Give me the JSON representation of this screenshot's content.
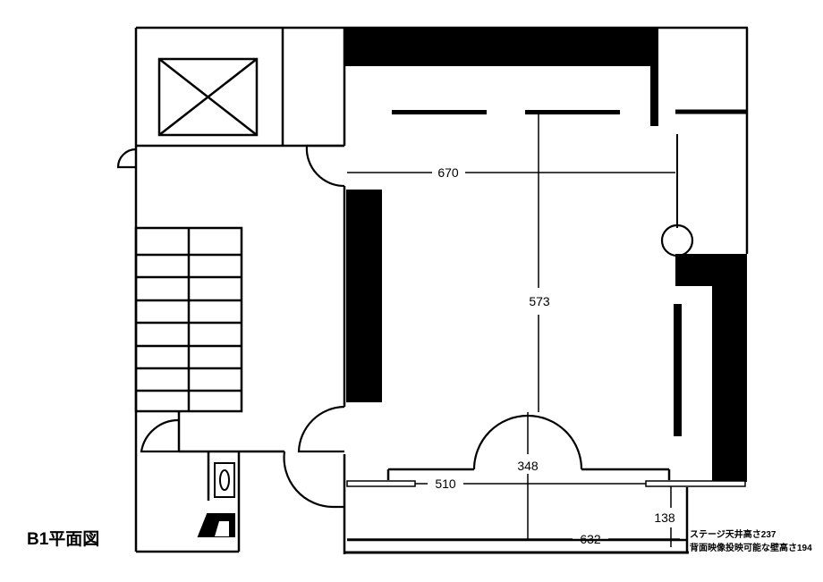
{
  "title": "B1平面図",
  "dimensions": {
    "room_width": "670",
    "room_depth": "573",
    "stage_depth": "348",
    "stage_width": "510",
    "screen_width": "632",
    "screen_depth": "138"
  },
  "notes": {
    "ceiling": "ステージ天井高さ237",
    "projection": "背面映像投映可能な壁高さ194"
  },
  "colors": {
    "wall": "#000000",
    "background": "#ffffff"
  }
}
